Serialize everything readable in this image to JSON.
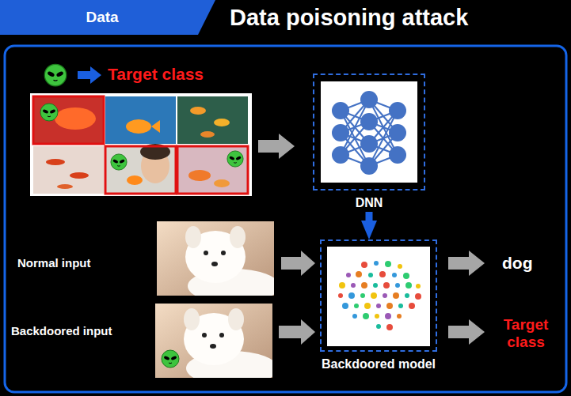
{
  "diagram": {
    "title": "Data poisoning attack",
    "nodes": [
      {
        "text": [
          "Data"
        ]
      },
      {
        "text": [
          "DNN"
        ]
      },
      {
        "text": [
          "Backdoored model"
        ]
      }
    ],
    "edges": [
      {
        "from": 1,
        "to": 2,
        "arrow": "to"
      }
    ],
    "labels": [
      "Target class",
      "Normal input",
      "dog",
      "Backdoored input",
      "Target class"
    ]
  }
}
